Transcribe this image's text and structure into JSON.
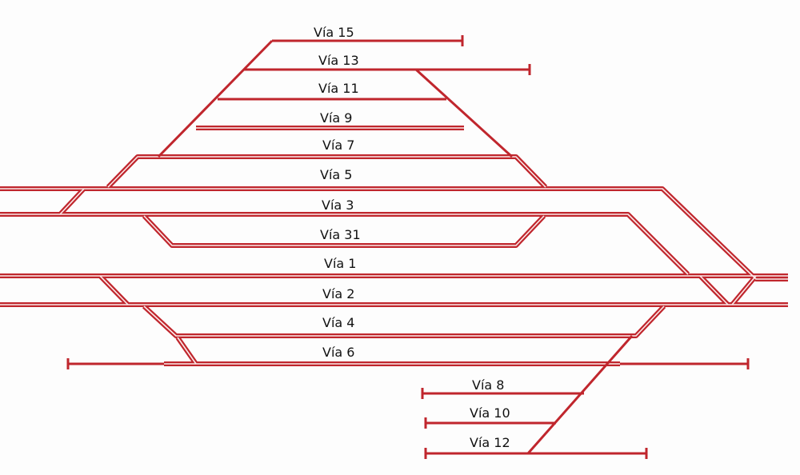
{
  "colors": {
    "track": "#c0262d",
    "track_highlight": "#fbeaea",
    "label": "#111111"
  },
  "tracks": [
    {
      "id": "15",
      "label": "Vía 15"
    },
    {
      "id": "13",
      "label": "Vía 13"
    },
    {
      "id": "11",
      "label": "Vía 11"
    },
    {
      "id": "9",
      "label": "Vía 9"
    },
    {
      "id": "7",
      "label": "Vía 7"
    },
    {
      "id": "5",
      "label": "Vía 5"
    },
    {
      "id": "3",
      "label": "Vía 3"
    },
    {
      "id": "31",
      "label": "Vía 31"
    },
    {
      "id": "1",
      "label": "Vía 1"
    },
    {
      "id": "2",
      "label": "Vía 2"
    },
    {
      "id": "4",
      "label": "Vía 4"
    },
    {
      "id": "6",
      "label": "Vía 6"
    },
    {
      "id": "8",
      "label": "Vía 8"
    },
    {
      "id": "10",
      "label": "Vía 10"
    },
    {
      "id": "12",
      "label": "Vía 12"
    }
  ]
}
